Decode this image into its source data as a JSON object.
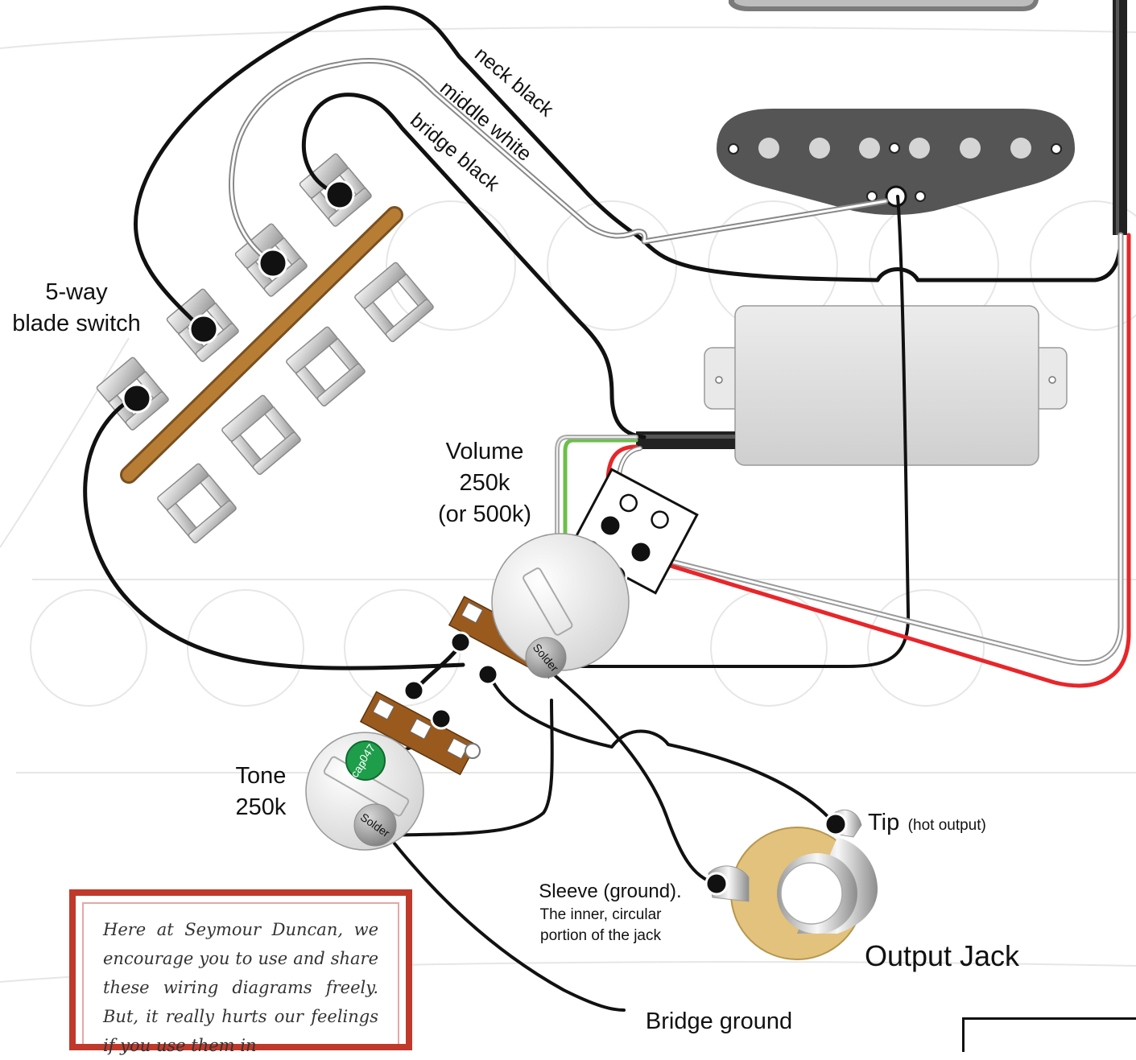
{
  "labels": {
    "switch_line1": "5-way",
    "switch_line2": "blade switch",
    "neck_black": "neck black",
    "middle_white": "middle white",
    "bridge_black": "bridge black",
    "volume_line1": "Volume",
    "volume_line2": "250k",
    "volume_line3": "(or 500k)",
    "tone_line1": "Tone",
    "tone_line2": "250k",
    "solder": "Solder",
    "cap_value": ".047",
    "cap_word": "cap",
    "tip": "Tip",
    "tip_note": "(hot output)",
    "sleeve": "Sleeve (ground).",
    "sleeve_note1": "The inner, circular",
    "sleeve_note2": "portion of the jack",
    "output_jack": "Output Jack",
    "bridge_ground": "Bridge ground"
  },
  "note": {
    "text": "Here at Seymour Duncan, we encourage you to use and share these wiring diagrams freely. But, it really hurts our feelings if you use them in"
  },
  "colors": {
    "wire_black": "#111111",
    "wire_red": "#e8262a",
    "wire_green": "#6cc04a",
    "wire_white": "#ffffff",
    "switch_lever": "#b87d35",
    "pot_body": "#f2f2f2",
    "pot_tab": "#9a5a1e",
    "cap_green": "#1e9e4a",
    "jack_ring": "#e2c27c",
    "note_border": "#c0392b"
  }
}
